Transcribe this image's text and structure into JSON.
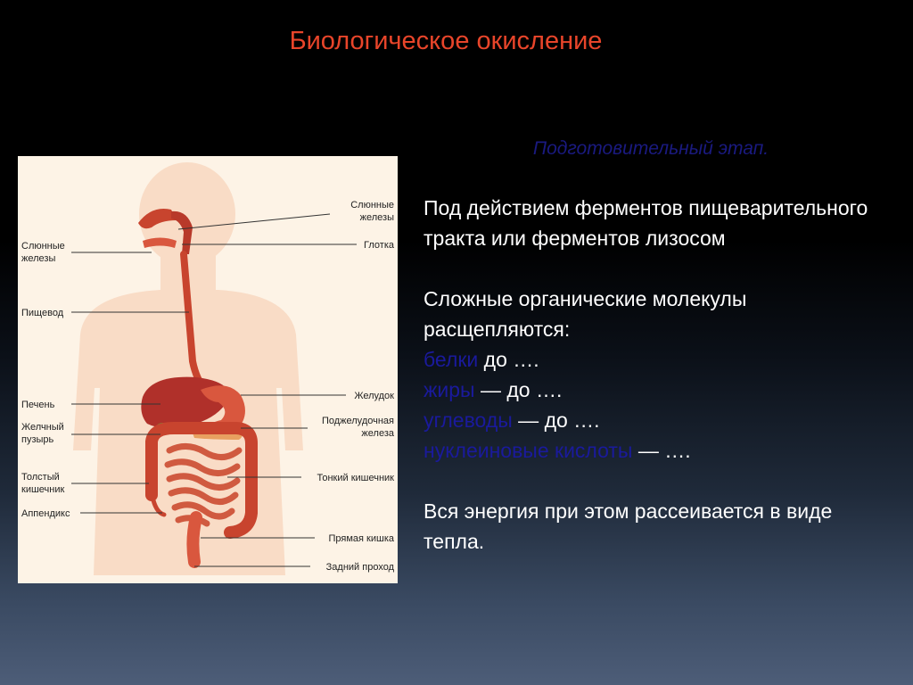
{
  "slide": {
    "title": "Биологическое окисление",
    "subtitle": "Подготовительный этап.",
    "paragraph1": "Под действием ферментов пищеварительного тракта или ферментов лизосом",
    "paragraph2": "Сложные органические молекулы расщепляются:",
    "items": [
      {
        "term": "белки",
        "rest": " до …."
      },
      {
        "term": "жиры",
        "rest": " — до …."
      },
      {
        "term": "углеводы",
        "rest": " — до …."
      },
      {
        "term": "нуклеиновые кислоты",
        "rest": " — …."
      }
    ],
    "paragraph3": "Вся энергия при этом рассеивается в виде тепла."
  },
  "diagram": {
    "labels_left": {
      "salivary": [
        "Слюнные",
        "железы"
      ],
      "esophagus": "Пищевод",
      "liver": "Печень",
      "gallbladder": [
        "Желчный",
        "пузырь"
      ],
      "colon": [
        "Толстый",
        "кишечник"
      ],
      "appendix": "Аппендикс"
    },
    "labels_right": {
      "salivary": [
        "Слюнные",
        "железы"
      ],
      "pharynx": "Глотка",
      "stomach": "Желудок",
      "pancreas": [
        "Поджелудочная",
        "железа"
      ],
      "small_intestine": "Тонкий кишечник",
      "rectum": "Прямая кишка",
      "anus": "Задний проход"
    }
  },
  "colors": {
    "title": "#e8452a",
    "subtitle": "#1a1a80",
    "term": "#1a1a9c",
    "body_text": "#ffffff",
    "organ": "#c8442e",
    "silhouette": "#f9dcc6"
  }
}
